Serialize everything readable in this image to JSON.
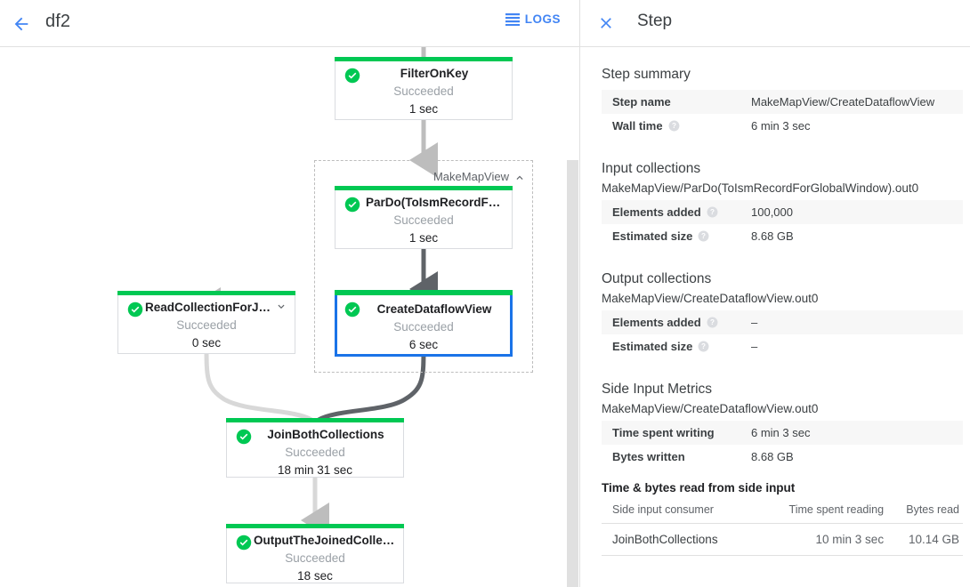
{
  "topbar": {
    "back_icon": "arrow-back-icon",
    "title": "df2",
    "logs_icon": "logs-lines-icon",
    "logs_label": "LOGS"
  },
  "graph": {
    "composite": {
      "label": "MakeMapView",
      "collapse_icon": "chevron-up-icon"
    },
    "nodes": [
      {
        "id": "filter-on-key",
        "name": "FilterOnKey",
        "status": "Succeeded",
        "time": "1 sec",
        "selected": false,
        "expandable": false
      },
      {
        "id": "pardo-toismrecord",
        "name": "ParDo(ToIsmRecordFor…",
        "status": "Succeeded",
        "time": "1 sec",
        "selected": false,
        "expandable": false
      },
      {
        "id": "create-dataflow-view",
        "name": "CreateDataflowView",
        "status": "Succeeded",
        "time": "6 sec",
        "selected": true,
        "expandable": false
      },
      {
        "id": "read-collection-for-join",
        "name": "ReadCollectionForJoin",
        "status": "Succeeded",
        "time": "0 sec",
        "selected": false,
        "expandable": true
      },
      {
        "id": "join-both-collections",
        "name": "JoinBothCollections",
        "status": "Succeeded",
        "time": "18 min 31 sec",
        "selected": false,
        "expandable": false
      },
      {
        "id": "output-the-joined-collection",
        "name": "OutputTheJoinedCollec…",
        "status": "Succeeded",
        "time": "18 sec",
        "selected": false,
        "expandable": false
      }
    ],
    "status_color": "#00c853",
    "selected_color": "#1a73e8"
  },
  "panel": {
    "close_icon": "close-icon",
    "title": "Step",
    "step_summary": {
      "heading": "Step summary",
      "rows": [
        {
          "key": "Step name",
          "value": "MakeMapView/CreateDataflowView",
          "help": false
        },
        {
          "key": "Wall time",
          "value": "6 min 3 sec",
          "help": true
        }
      ]
    },
    "input_collections": {
      "heading": "Input collections",
      "collection": "MakeMapView/ParDo(ToIsmRecordForGlobalWindow).out0",
      "rows": [
        {
          "key": "Elements added",
          "value": "100,000",
          "help": true
        },
        {
          "key": "Estimated size",
          "value": "8.68 GB",
          "help": true
        }
      ]
    },
    "output_collections": {
      "heading": "Output collections",
      "collection": "MakeMapView/CreateDataflowView.out0",
      "rows": [
        {
          "key": "Elements added",
          "value": "–",
          "help": true
        },
        {
          "key": "Estimated size",
          "value": "–",
          "help": true
        }
      ]
    },
    "side_input_metrics": {
      "heading": "Side Input Metrics",
      "collection": "MakeMapView/CreateDataflowView.out0",
      "rows": [
        {
          "key": "Time spent writing",
          "value": "6 min 3 sec",
          "help": false
        },
        {
          "key": "Bytes written",
          "value": "8.68 GB",
          "help": false
        }
      ],
      "sub_heading": "Time & bytes read from side input",
      "columns": [
        "Side input consumer",
        "Time spent reading",
        "Bytes read"
      ],
      "rows_table": [
        [
          "JoinBothCollections",
          "10 min 3 sec",
          "10.14 GB"
        ]
      ]
    }
  }
}
